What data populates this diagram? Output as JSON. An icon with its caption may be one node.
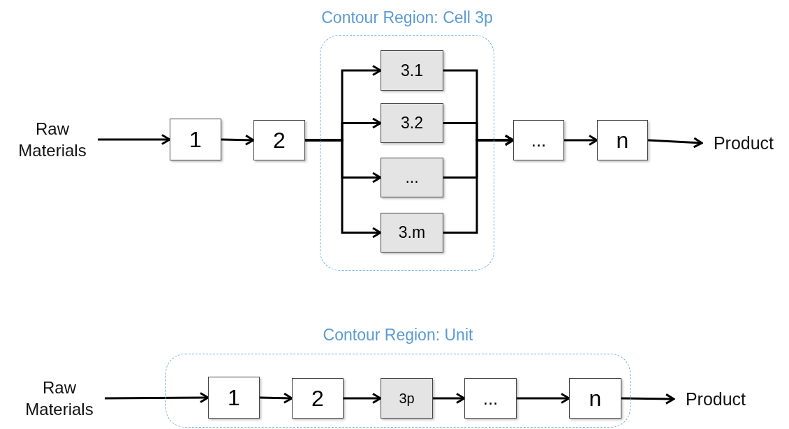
{
  "diagram": {
    "nodes": [
      {
        "text": [
          "Raw Materials"
        ]
      },
      {
        "text": [
          "1"
        ]
      },
      {
        "text": [
          "2"
        ]
      },
      {
        "text": [
          "Contour Region: Cell 3p"
        ]
      },
      {
        "text": [
          "3.1"
        ],
        "in": 3
      },
      {
        "text": [
          "3.2"
        ],
        "in": 3
      },
      {
        "text": [
          "..."
        ],
        "in": 3
      },
      {
        "text": [
          "3.m"
        ],
        "in": 3
      },
      {
        "text": [
          "..."
        ]
      },
      {
        "text": [
          "n"
        ]
      },
      {
        "text": [
          "Product"
        ]
      },
      {
        "text": [
          "Raw Materials"
        ]
      },
      {
        "text": [
          "Contour Region: Unit"
        ]
      },
      {
        "text": [
          "1"
        ],
        "in": 12
      },
      {
        "text": [
          "2"
        ],
        "in": 12
      },
      {
        "text": [
          "3p"
        ],
        "in": 12
      },
      {
        "text": [
          "..."
        ],
        "in": 12
      },
      {
        "text": [
          "n"
        ],
        "in": 12
      },
      {
        "text": [
          "Product"
        ]
      }
    ],
    "edges": [
      {
        "from": 0,
        "to": 1,
        "arrow": "to"
      },
      {
        "from": 1,
        "to": 2,
        "arrow": "to"
      },
      {
        "from": 2,
        "to": 4,
        "arrow": "to"
      },
      {
        "from": 2,
        "to": 5,
        "arrow": "to"
      },
      {
        "from": 2,
        "to": 6,
        "arrow": "to"
      },
      {
        "from": 2,
        "to": 7,
        "arrow": "to"
      },
      {
        "from": 4,
        "to": 8,
        "arrow": "to"
      },
      {
        "from": 5,
        "to": 8,
        "arrow": "to"
      },
      {
        "from": 6,
        "to": 8,
        "arrow": "to"
      },
      {
        "from": 7,
        "to": 8,
        "arrow": "to"
      },
      {
        "from": 8,
        "to": 9,
        "arrow": "to"
      },
      {
        "from": 9,
        "to": 10,
        "arrow": "to"
      },
      {
        "from": 11,
        "to": 13,
        "arrow": "to"
      },
      {
        "from": 13,
        "to": 14,
        "arrow": "to"
      },
      {
        "from": 14,
        "to": 15,
        "arrow": "to"
      },
      {
        "from": 15,
        "to": 16,
        "arrow": "to"
      },
      {
        "from": 16,
        "to": 17,
        "arrow": "to"
      },
      {
        "from": 17,
        "to": 18,
        "arrow": "to"
      }
    ]
  }
}
